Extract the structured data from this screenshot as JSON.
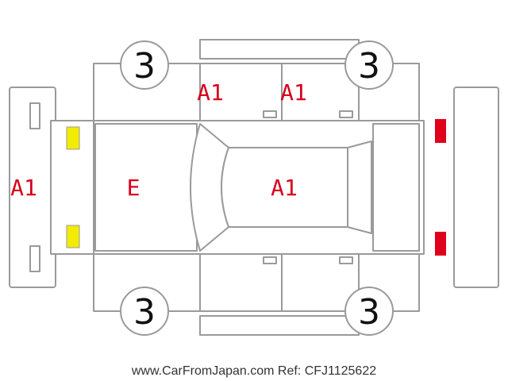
{
  "colors": {
    "code_text": "#d6001c",
    "grade_text": "#111111",
    "line": "#9a9a9a",
    "headlight": "#f2ec00",
    "taillight": "#e0001c"
  },
  "labels": {
    "front_bumper": "A1",
    "hood": "E",
    "roof": "A1",
    "left_front_door": "A1",
    "left_rear_door": "A1"
  },
  "wheel_grades": {
    "front_left": "3",
    "rear_left": "3",
    "front_right": "3",
    "rear_right": "3"
  },
  "footer": "www.CarFromJapan.com Ref: CFJ1125622"
}
